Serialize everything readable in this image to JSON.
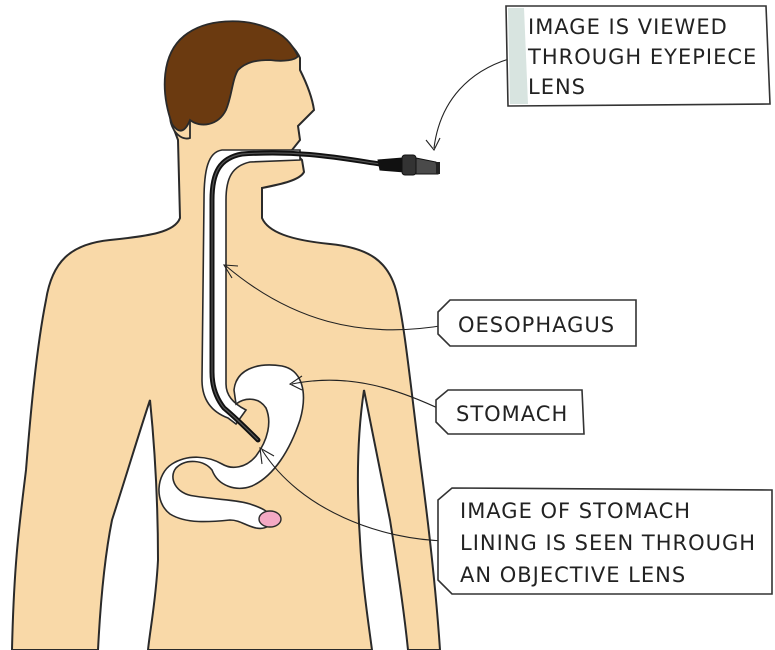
{
  "colors": {
    "skin": "#f9d9a8",
    "outline": "#2a2a2a",
    "hair": "#6b3a10",
    "tube": "#111111",
    "tract": "#ffffff",
    "pylorus": "#f4a9c4",
    "tag_shadow": "#d8e4e0"
  },
  "labels": {
    "eyepiece": [
      "IMAGE  IS  VIEWED",
      "THROUGH  EYEPIECE",
      "LENS"
    ],
    "oesophagus": "OESOPHAGUS",
    "stomach": "STOMACH",
    "objective": [
      "IMAGE  OF  STOMACH",
      "LINING  IS  SEEN  THROUGH",
      "AN  OBJECTIVE  LENS"
    ]
  },
  "icons": [
    "human-torso-figure",
    "endoscope-tube",
    "eyepiece-icon",
    "stomach-organ"
  ]
}
